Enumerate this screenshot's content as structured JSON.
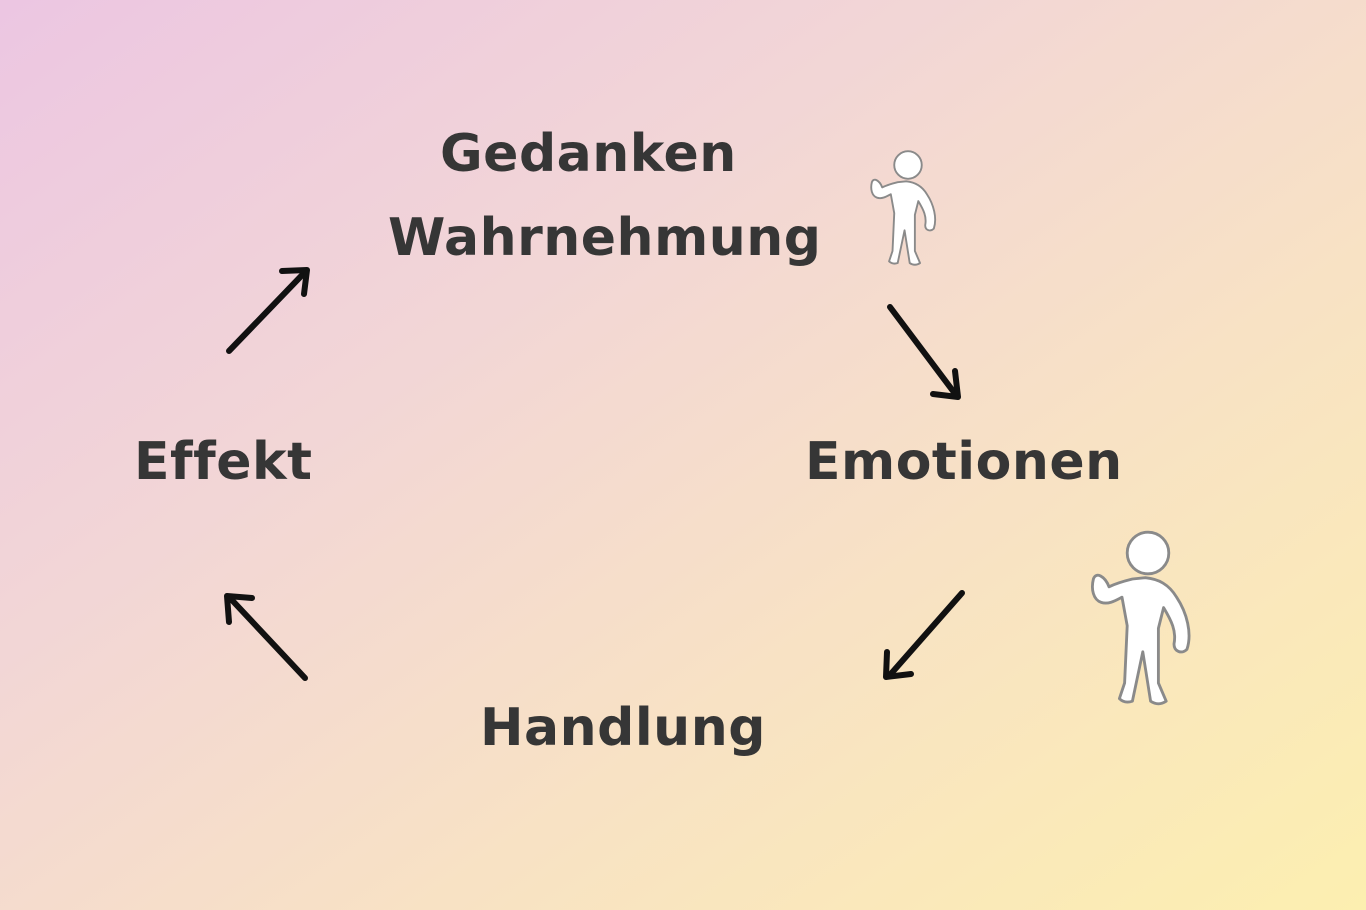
{
  "diagram": {
    "nodes": {
      "gedanken": "Gedanken",
      "wahrnehmung": "Wahrnehmung",
      "emotionen": "Emotionen",
      "handlung": "Handlung",
      "effekt": "Effekt"
    },
    "flow": [
      "Gedanken / Wahrnehmung",
      "Emotionen",
      "Handlung",
      "Effekt"
    ],
    "icons": [
      "stop-hand-figure-icon",
      "stop-hand-figure-icon"
    ],
    "colors": {
      "text": "#363636",
      "arrow": "#111111",
      "figure_fill": "#ffffff",
      "figure_stroke": "#8a8a8a"
    }
  }
}
